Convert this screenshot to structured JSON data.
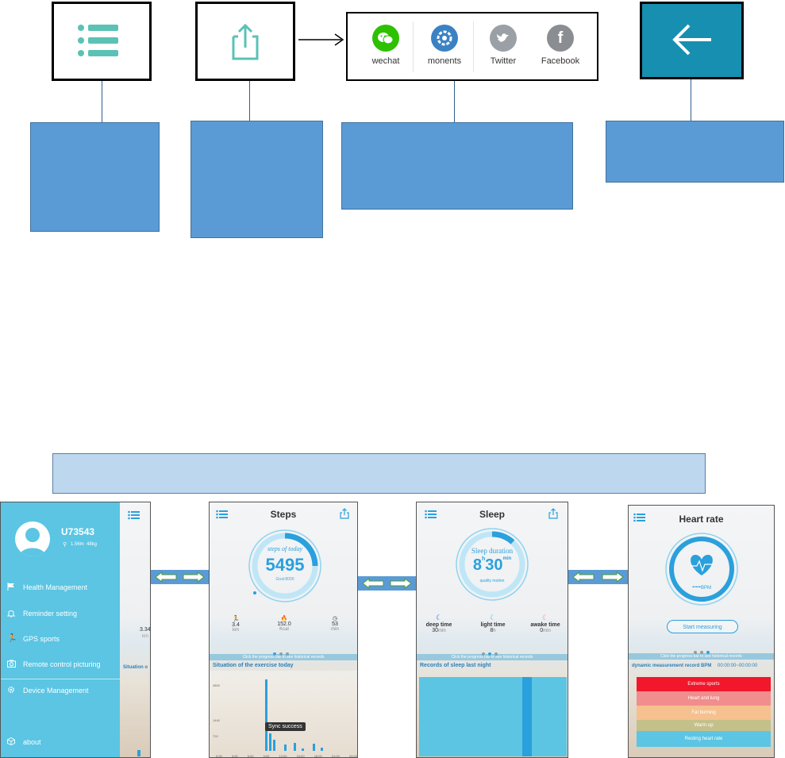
{
  "share_menu": {
    "items": [
      {
        "label": "wechat",
        "icon": "wechat-icon",
        "color": "#2dc100"
      },
      {
        "label": "monents",
        "icon": "moments-icon",
        "color": "#3b82c4"
      },
      {
        "label": "Twitter",
        "icon": "twitter-icon",
        "color": "#9aa0a6"
      },
      {
        "label": "Facebook",
        "icon": "facebook-icon",
        "color": "#8a8d91"
      }
    ]
  },
  "colors": {
    "callout": "#5b9bd5",
    "banner": "#bdd7ee",
    "teal": "#5bc2b5",
    "back_bg": "#168fb0",
    "accent": "#2aa0dc",
    "sidebar": "#5bc5e3"
  },
  "menu_screen": {
    "user": "U73543",
    "profile": "1.56m  48kg",
    "items": [
      "Health Management",
      "Reminder setting",
      "GPS sports",
      "Remote control picturing",
      "Device Management",
      "about"
    ],
    "peek_value": "3.34",
    "peek_unit": "km",
    "peek_section": "Situation o"
  },
  "steps_screen": {
    "title": "Steps",
    "ring_label": "steps of today",
    "steps": "5495",
    "goal": "Goal:8000",
    "stats": [
      {
        "value": "3.4",
        "unit": "km"
      },
      {
        "value": "152.0",
        "unit": "Kcal"
      },
      {
        "value": "53",
        "unit": "min"
      }
    ],
    "band": "Click the progress bar to see historical records",
    "section": "Situation of the exercise today",
    "toast": "Sync success",
    "y_ticks": [
      "4800",
      "1440",
      "720"
    ],
    "x_ticks": [
      "0:00",
      "3:00",
      "6:00",
      "9:00",
      "12:00",
      "15:00",
      "18:00",
      "21:00",
      "24:00"
    ]
  },
  "sleep_screen": {
    "title": "Sleep",
    "ring_label": "Sleep duration",
    "hours": "8",
    "hours_unit": "h",
    "minutes": "30",
    "minutes_unit": "min",
    "quality": "quality motion",
    "stats": [
      {
        "label": "deep time",
        "value": "30",
        "unit": "min"
      },
      {
        "label": "light time",
        "value": "8",
        "unit": "h"
      },
      {
        "label": "awake time",
        "value": "0",
        "unit": "min"
      }
    ],
    "band": "Click the progress bar to see historical records",
    "section": "Records of sleep last night"
  },
  "heart_screen": {
    "title": "Heart rate",
    "bpm": "---",
    "bpm_unit": "BPM",
    "button": "Start measuring",
    "band": "Click the progress bar to see historical records",
    "section": "dynamic measurement record BPM",
    "time_range": "00:00:00~00:00:00",
    "zones": [
      {
        "label": "Extreme sports",
        "color": "#f2172b"
      },
      {
        "label": "Heart and lung",
        "color": "#f28d8d"
      },
      {
        "label": "Fat burning",
        "color": "#f6c08f"
      },
      {
        "label": "Warm up",
        "color": "#c4c08a"
      },
      {
        "label": "Resting heart rate",
        "color": "#5bc5e3"
      }
    ]
  }
}
